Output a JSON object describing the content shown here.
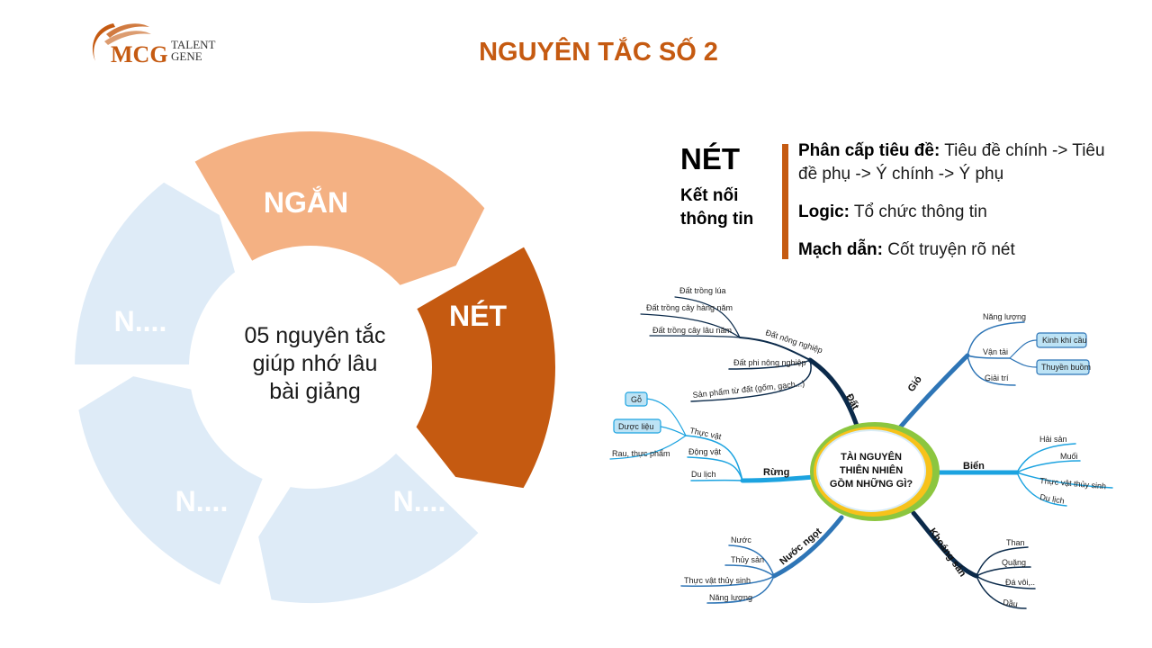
{
  "logo": {
    "brand": "MCG",
    "line1": "TALENT",
    "line2": "GENE"
  },
  "slide": {
    "title": "NGUYÊN TẮC SỐ 2"
  },
  "cycle": {
    "segments": [
      "NGẮN",
      "NÉT",
      "N....",
      "N....",
      "N...."
    ],
    "center_line1": "05 nguyên tắc",
    "center_line2": "giúp nhớ lâu",
    "center_line3": "bài giảng"
  },
  "principle": {
    "heading": "NÉT",
    "subheading": "Kết nối thông tin",
    "items": [
      {
        "label": "Phân cấp tiêu đề:",
        "text": " Tiêu đề chính -> Tiêu đề phụ -> Ý chính -> Ý phụ"
      },
      {
        "label": "Logic:",
        "text": " Tổ chức thông tin"
      },
      {
        "label": "Mạch dẫn:",
        "text": " Cốt truyện rõ nét"
      }
    ]
  },
  "mindmap": {
    "center": [
      "TÀI NGUYÊN",
      "THIÊN NHIÊN",
      "GỒM NHỮNG GÌ?"
    ],
    "branches": {
      "dat": "Đất",
      "gio": "Gió",
      "bien": "Biển",
      "khoang_san": "Khoáng sản",
      "nuoc_ngot": "Nước ngọt",
      "rung": "Rừng"
    },
    "dat_children": [
      "Đất nông nghiệp",
      "Đất phi nông nghiệp",
      "Sản phẩm từ đất (gốm, gạch...)"
    ],
    "dat_nn_children": [
      "Đất trồng lúa",
      "Đất trồng cây hàng năm",
      "Đất trồng cây lâu năm"
    ],
    "gio_children": [
      "Năng lượng",
      "Vận tải",
      "Giải trí"
    ],
    "van_tai_children": [
      "Kinh khí cầu",
      "Thuyền buồm"
    ],
    "bien_children": [
      "Hải sản",
      "Muối",
      "Thực vật thủy sinh",
      "Du lịch"
    ],
    "khoang_san_children": [
      "Than",
      "Quặng",
      "Đá vôi,..",
      "Dầu"
    ],
    "nuoc_ngot_children": [
      "Nước",
      "Thủy sản",
      "Thực vật thủy sinh",
      "Năng lượng"
    ],
    "rung_children": [
      "Thực vật",
      "Động vật",
      "Du lịch"
    ],
    "thuc_vat_children": [
      "Gỗ",
      "Dược liệu",
      "Rau, thực phẩm"
    ]
  },
  "colors": {
    "accent": "#c55a11",
    "segment_light_orange": "#f4b183",
    "segment_pale_blue": "#deebf7",
    "mindmap_blue": "#2e75b6"
  }
}
